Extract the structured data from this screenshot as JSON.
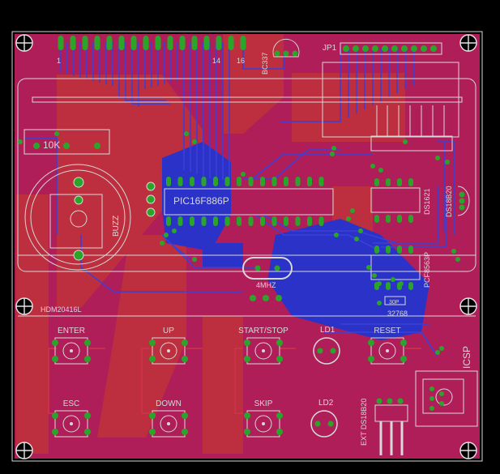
{
  "board": {
    "background": "#000000",
    "board_color": "#b01e5a",
    "top_copper_color": "#c81e3c",
    "bottom_copper_color": "#2a32c8",
    "silkscreen_color": "#d8d8d8",
    "pad_color": "#2aa52a"
  },
  "labels": {
    "lcd_pin_1": "1",
    "lcd_pin_14": "14",
    "lcd_pin_16": "16",
    "transistor": "BC337",
    "header": "JP1",
    "pot": "10K",
    "mcu": "PIC16F886P",
    "buzzer": "BUZZ",
    "rtc_chip": "DS1621",
    "temp_sensor_1": "DS18B20",
    "rtc": "PCF8563P",
    "crystal_main": "4MHZ",
    "crystal_rtc": "32768",
    "lcd": "HDM20416L",
    "btn_enter": "ENTER",
    "btn_up": "UP",
    "btn_startstop": "START/STOP",
    "btn_reset": "RESET",
    "btn_esc": "ESC",
    "btn_down": "DOWN",
    "btn_skip": "SKIP",
    "led1": "LD1",
    "led2": "LD2",
    "icsp": "ICSP",
    "ext_sensor": "EXT DS18B20",
    "capacitor": "30P"
  },
  "icons": {
    "mounting_hole": "crosshair-circle-icon",
    "button": "tactile-switch-icon",
    "led": "led-icon"
  }
}
